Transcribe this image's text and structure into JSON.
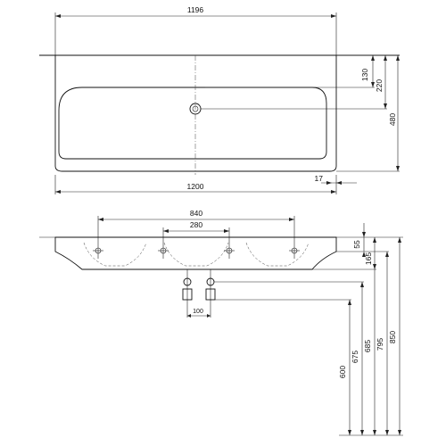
{
  "top_view": {
    "overall_width": "1196",
    "bottom_width": "1200",
    "depth_130": "130",
    "depth_220": "220",
    "depth_480": "480",
    "offset_17": "17"
  },
  "front_view": {
    "tap_spacing_840": "840",
    "tap_spacing_280": "280",
    "rim_55": "55",
    "height_165": "165",
    "waste_100": "100",
    "height_600": "600",
    "height_675": "675",
    "height_685": "685",
    "height_795": "795",
    "height_850": "850"
  }
}
